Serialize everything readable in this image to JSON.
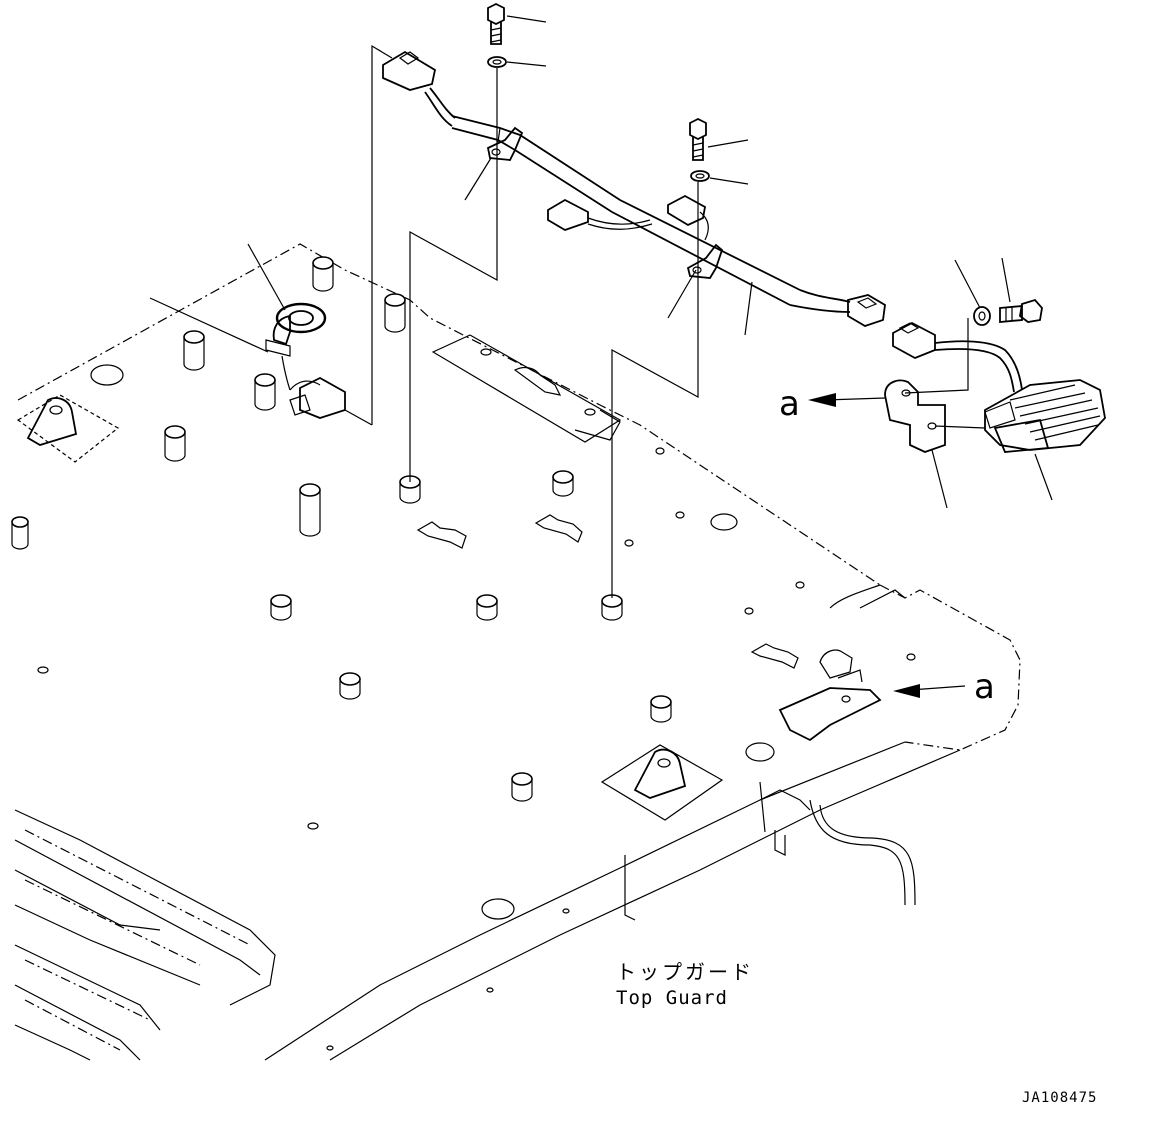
{
  "labels": {
    "detail_ref_a_upper": "a",
    "detail_ref_a_lower": "a",
    "part_name_jp": "トップガード",
    "part_name_en": "Top Guard",
    "drawing_id": "JA108475"
  }
}
